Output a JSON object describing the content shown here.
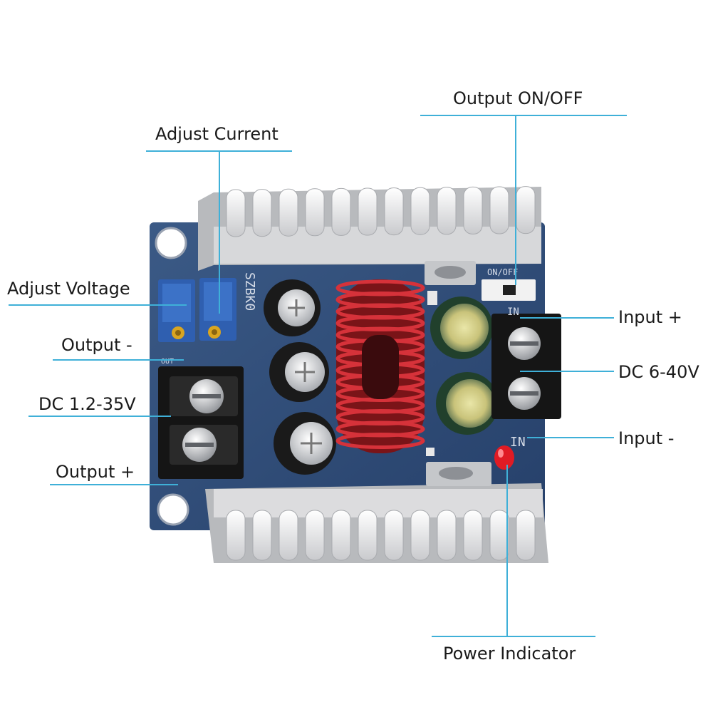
{
  "labels": {
    "output_on_off": "Output ON/OFF",
    "adjust_current": "Adjust Current",
    "adjust_voltage": "Adjust Voltage",
    "output_minus": "Output -",
    "dc_out_range": "DC 1.2-35V",
    "output_plus": "Output +",
    "input_plus": "Input +",
    "dc_in_range": "DC 6-40V",
    "input_minus": "Input -",
    "power_indicator": "Power Indicator"
  },
  "board": {
    "model_mark": "SZBK0",
    "switch_mark": "ON/OFF",
    "in_mark_top": "IN",
    "in_mark_bottom": "IN",
    "out_mark": "OUT"
  },
  "colors": {
    "leader_line": "#3fb0d8",
    "pcb": "#2f4a70",
    "heatsink": "#e6e6e8",
    "coil": "#c0262c",
    "led": "#e01b24"
  }
}
